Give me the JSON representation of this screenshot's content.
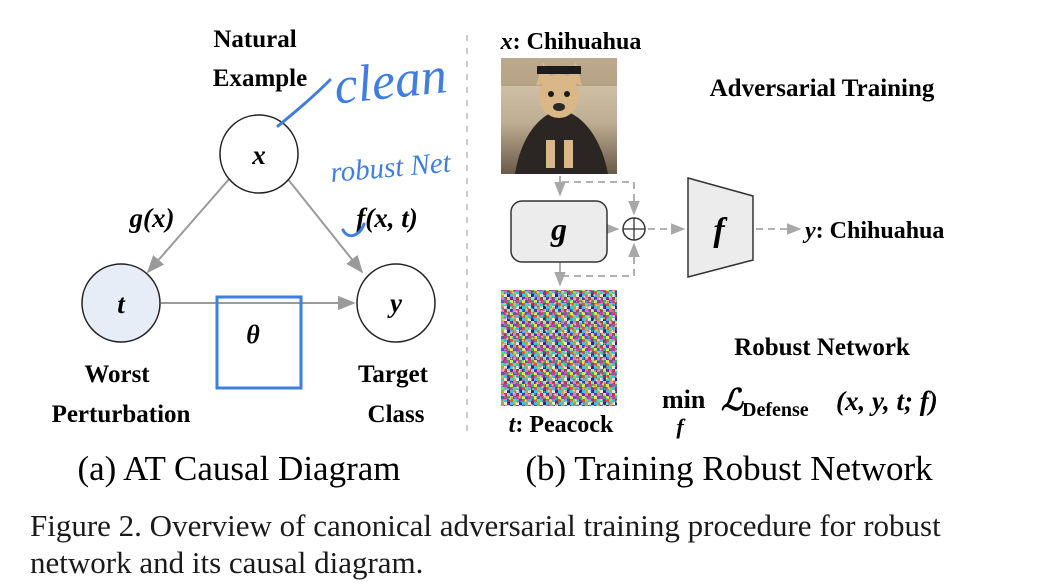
{
  "panel_a": {
    "natural_label_1": "Natural",
    "natural_label_2": "Example",
    "x_node": "x",
    "t_node": "t",
    "y_node": "y",
    "theta_node": "θ",
    "edge_g": "g(x)",
    "edge_f": "f(x, t)",
    "worst_label_1": "Worst",
    "worst_label_2": "Perturbation",
    "target_label_1": "Target",
    "target_label_2": "Class",
    "subcaption": "(a) AT Causal Diagram",
    "annotation_clean": "clean",
    "annotation_robust": "robust Net"
  },
  "panel_b": {
    "x_caption_var": "x",
    "x_caption_text": ": Chihuahua",
    "title_top": "Adversarial Training",
    "g_block": "g",
    "f_block": "f",
    "y_var": "y",
    "y_text": ": Chihuahua",
    "t_var": "t",
    "t_text": ": Peacock",
    "title_bottom": "Robust Network",
    "formula_min": "min",
    "formula_sub": "f",
    "formula_L": "ℒ",
    "formula_Lsub": "Defense",
    "formula_args": "(x, y, t; f)",
    "subcaption": "(b) Training Robust Network"
  },
  "figure_caption": "Figure 2. Overview of canonical adversarial training procedure for robust network and its causal diagram.",
  "colors": {
    "node_fill_t": "#e6edf7",
    "theta_box": "#3f7ee0",
    "annotation_ink": "#3f7ee0",
    "arrow_grey": "#9a9a9a",
    "block_fill": "#ececec"
  }
}
